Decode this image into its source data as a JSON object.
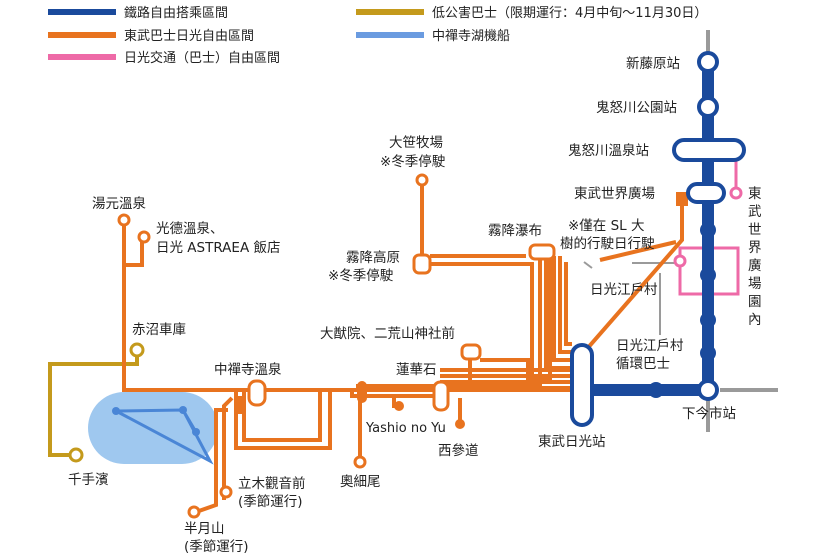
{
  "legend": [
    {
      "label": "鐵路自由搭乘區間",
      "color": "#1a4a9c"
    },
    {
      "label": "東武巴士日光自由區間",
      "color": "#e8731f"
    },
    {
      "label": "日光交通（巴士）自由區間",
      "color": "#ee6aa7"
    },
    {
      "label": "低公害巴士（限期運行：4月中旬～11月30日）",
      "color": "#c49a1c"
    },
    {
      "label": "中禪寺湖機船",
      "color": "#6a9be0"
    }
  ],
  "stations": {
    "shinfujiwara": "新藤原站",
    "kinugawa_koen": "鬼怒川公園站",
    "kinugawa_onsen": "鬼怒川溫泉站",
    "tobu_world": "東武世界廣場",
    "shimoimaichi": "下今市站",
    "tobu_nikko": "東武日光站"
  },
  "places": {
    "yumoto": "湯元溫泉",
    "kotoku_1": "光德溫泉、",
    "kotoku_2": "日光 ASTRAEA 飯店",
    "akanuma": "赤沼車庫",
    "senjugahama": "千手濱",
    "chuzenji": "中禪寺溫泉",
    "tachiki_1": "立木觀音前",
    "tachiki_2": "(季節運行)",
    "hangetsu_1": "半月山",
    "hangetsu_2": "(季節運行)",
    "okuhosoo": "奧細尾",
    "yashio": "Yashio no Yu",
    "taiyuin": "大猷院、二荒山神社前",
    "rengeseki": "蓮華石",
    "nishisando": "西參道",
    "kirifuri_kogen_1": "霧降高原",
    "kirifuri_kogen_2": "※冬季停駛",
    "kirifuri_falls": "霧降瀑布",
    "osasa_1": "大笹牧場",
    "osasa_2": "※冬季停駛",
    "sl_note_1": "※僅在 SL 大",
    "sl_note_2": "樹的行駛日行駛",
    "edomura": "日光江戶村",
    "edomura_loop_1": "日光江戶村",
    "edomura_loop_2": "循環巴士",
    "world_park": [
      "東",
      "武",
      "世",
      "界",
      "廣",
      "場",
      "園",
      "內"
    ]
  }
}
